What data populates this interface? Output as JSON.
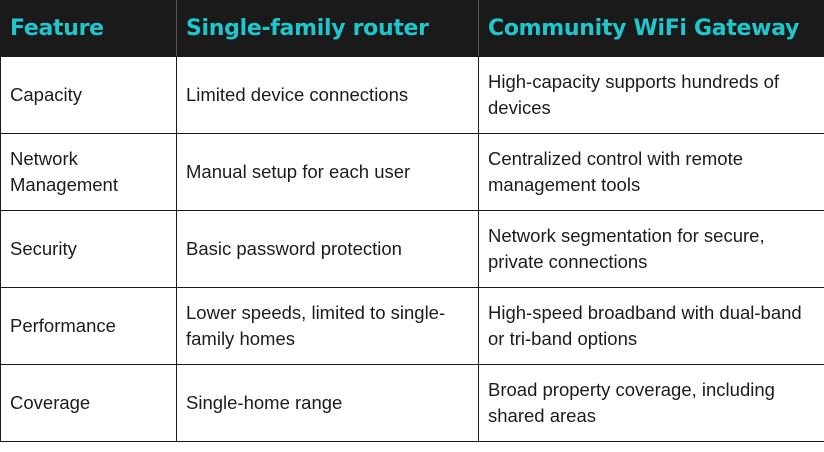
{
  "table": {
    "headers": [
      "Feature",
      "Single-family router",
      "Community WiFi Gateway"
    ],
    "rows": [
      [
        "Capacity",
        "Limited device connections",
        "High-capacity supports hundreds of devices"
      ],
      [
        "Network Management",
        "Manual setup for each user",
        "Centralized control with remote management tools"
      ],
      [
        "Security",
        "Basic password protection",
        "Network segmentation for secure, private connections"
      ],
      [
        "Performance",
        "Lower speeds, limited to single-family homes",
        "High-speed broadband with dual-band or tri-band options"
      ],
      [
        "Coverage",
        "Single-home range",
        "Broad property coverage, including shared areas"
      ]
    ]
  },
  "colors": {
    "header_background": "#1a1a1a",
    "header_text": "#1fc6cc",
    "body_text": "#1c1c1c",
    "border": "#1a1a1a"
  }
}
